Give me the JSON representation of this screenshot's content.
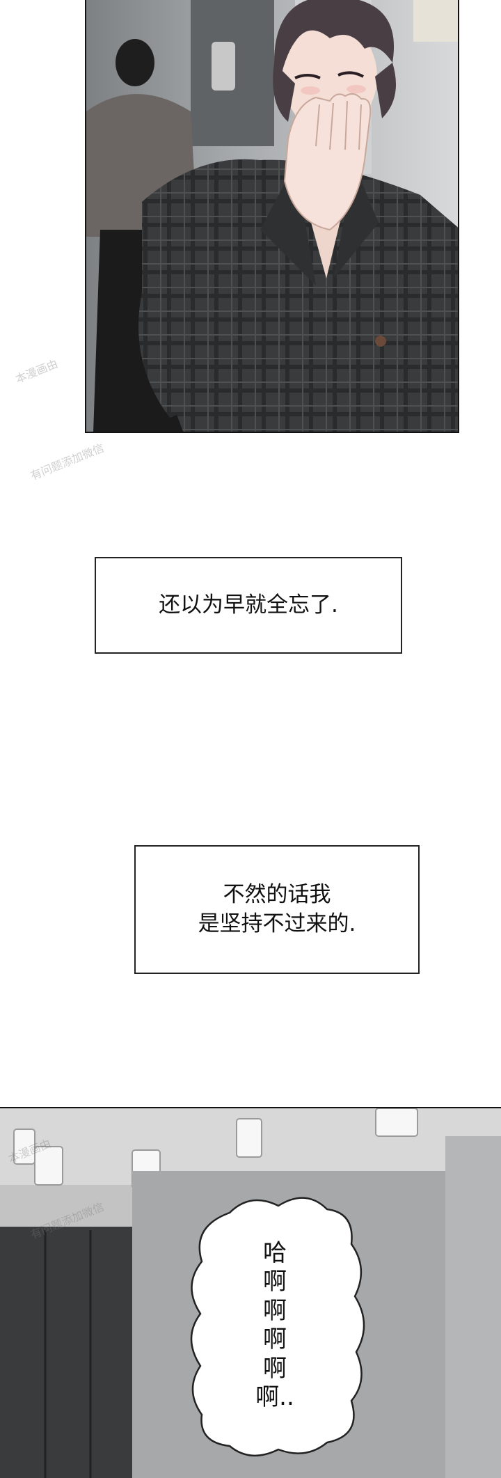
{
  "captions": [
    {
      "lines": [
        "还以为早就全忘了."
      ]
    },
    {
      "lines": [
        "不然的话我",
        "是坚持不过来的."
      ]
    }
  ],
  "speech_bubble": {
    "chars": [
      "哈",
      "啊",
      "啊",
      "啊",
      "啊",
      "啊.."
    ]
  },
  "watermarks": {
    "line_1": "本漫画由",
    "line_2": "有问题添加微信"
  },
  "colors": {
    "jacket": "#3b3c3e",
    "hair": "#4a3e45",
    "skin": "#f2dcd3",
    "panel_border": "#111111"
  }
}
